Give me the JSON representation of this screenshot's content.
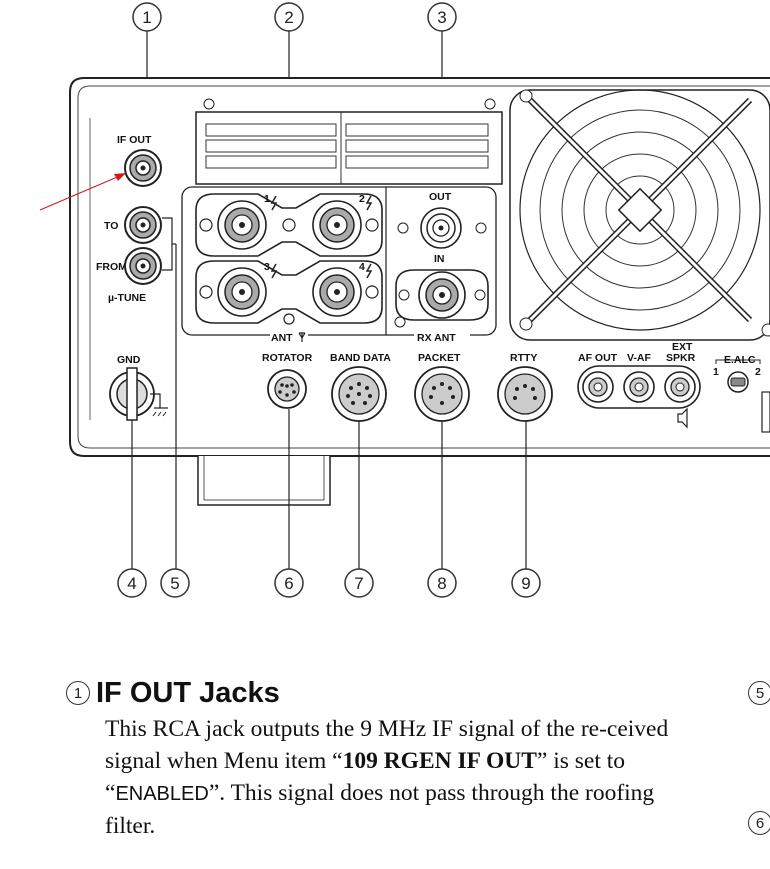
{
  "callouts": {
    "top": [
      "1",
      "2",
      "3"
    ],
    "bottom": [
      "4",
      "5",
      "6",
      "7",
      "8",
      "9"
    ]
  },
  "panel_labels": {
    "if_out": "IF OUT",
    "to": "TO",
    "from": "FROM",
    "mu_tune": "µ-TUNE",
    "gnd": "GND",
    "ant": "ANT",
    "ant1": "1",
    "ant2": "2",
    "ant3": "3",
    "ant4": "4",
    "out": "OUT",
    "in": "IN",
    "rx_ant": "RX ANT",
    "rotator": "ROTATOR",
    "band_data": "BAND DATA",
    "packet": "PACKET",
    "rtty": "RTTY",
    "af_out": "AF OUT",
    "v_af": "V-AF",
    "ext": "EXT",
    "spkr": "SPKR",
    "e_alc": "E.ALC",
    "ealc_1": "1",
    "ealc_2": "2"
  },
  "section": {
    "number": "1",
    "title": "IF OUT Jacks",
    "body_part1": "This RCA jack outputs the 9 MHz IF signal of the re-ceived signal when Menu item “",
    "menu_item": "109 RGEN IF OUT",
    "body_part2": "” is set to “",
    "enabled": "ENABLED",
    "body_part3": "”. This signal does not pass through the roofing filter."
  },
  "side_numbers": [
    "5",
    "6"
  ],
  "colors": {
    "arrow": "#d11919",
    "panel_stroke": "#222222",
    "panel_fill": "#ffffff"
  }
}
